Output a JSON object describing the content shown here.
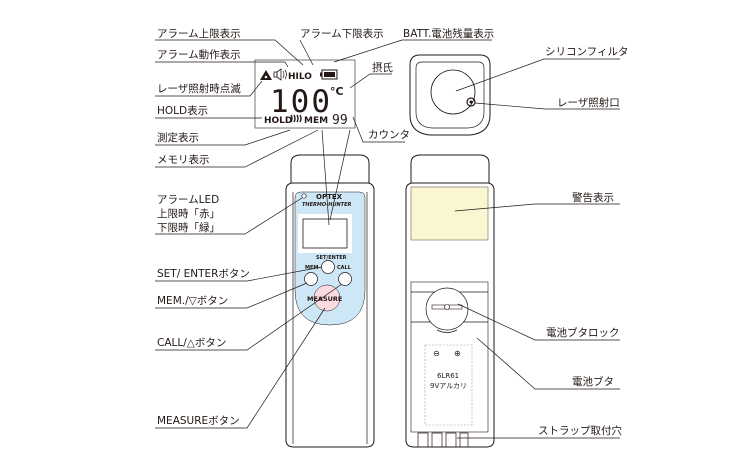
{
  "colors": {
    "panel": "#cde7f6",
    "warning": "#fbf6d2",
    "measure_button": "#f9dbe0",
    "line": "#231815"
  },
  "left_labels": {
    "alarm_high": "アラーム上限表示",
    "alarm_active": "アラーム動作表示",
    "laser_blink": "レーザ照射時点滅",
    "hold": "HOLD表示",
    "measuring": "測定表示",
    "memory": "メモリ表示",
    "alarm_led_1": "アラームLED",
    "alarm_led_2": "上限時「赤」",
    "alarm_led_3": "下限時「緑」",
    "set_enter": "SET/ ENTERボタン",
    "mem_down": "MEM./▽ボタン",
    "call_up": "CALL/△ボタン",
    "measure": "MEASUREボタン"
  },
  "top_labels": {
    "alarm_low": "アラーム下限表示",
    "battery": "BATT.電池残量表示",
    "celsius": "摂氏",
    "counter": "カウンタ"
  },
  "right_labels": {
    "silicone_filter": "シリコンフィルタ",
    "laser_port": "レーザ照射口",
    "warning": "警告表示",
    "battery_lock": "電池ブタロック",
    "battery_cover": "電池ブタ",
    "strap_hole": "ストラップ取付穴"
  },
  "lcd": {
    "hilo": "HILO",
    "reading": "100",
    "unit": "°C",
    "hold": "HOLD",
    "mem": "MEM",
    "count": "99"
  },
  "device": {
    "brand": "OPTEX",
    "model": "THERMO-HUNTER",
    "set_enter": "SET/ENTER",
    "mem": "MEM",
    "call": "CALL",
    "measure": "MEASURE",
    "battery_type": "6LR61",
    "battery_desc": "9Vアルカリ",
    "minus": "⊖",
    "plus": "⊕"
  }
}
